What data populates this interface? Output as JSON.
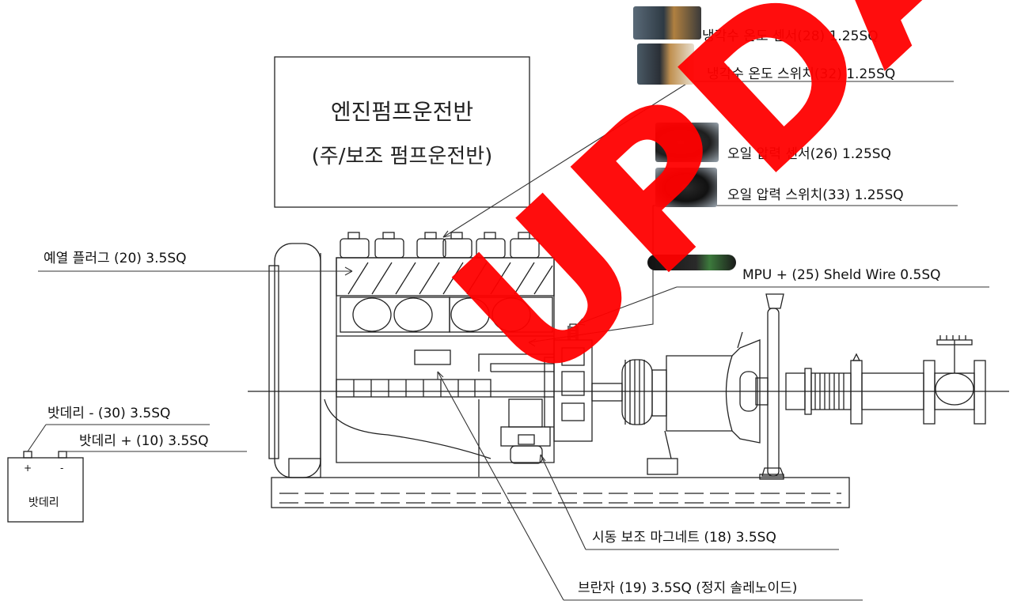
{
  "panel": {
    "title": "엔진펌프운전반",
    "subtitle": "(주/보조 펌프운전반)"
  },
  "labels": {
    "coolant_temp_sensor": "냉각수 온도 센서(28) 1.25SQ",
    "coolant_temp_switch": "냉각수 온도 스위치(32) 1.25SQ",
    "oil_pressure_sensor": "오일 압력 센서(26) 1.25SQ",
    "oil_pressure_switch": "오일 압력 스위치(33) 1.25SQ",
    "glow_plug": "예열 플러그 (20) 3.5SQ",
    "mpu": "MPU + (25) Sheld Wire 0.5SQ",
    "battery_neg": "밧데리 - (30) 3.5SQ",
    "battery_pos": "밧데리 + (10) 3.5SQ",
    "battery": "밧데리",
    "battery_plus": "+",
    "battery_minus": "-",
    "start_magnet": "시동 보조 마그네트 (18) 3.5SQ",
    "stop_solenoid": "브란자 (19) 3.5SQ (정지 솔레노이드)"
  },
  "watermark": "UPDATE",
  "colors": {
    "line": "#222222",
    "watermark": "#ff0000"
  }
}
